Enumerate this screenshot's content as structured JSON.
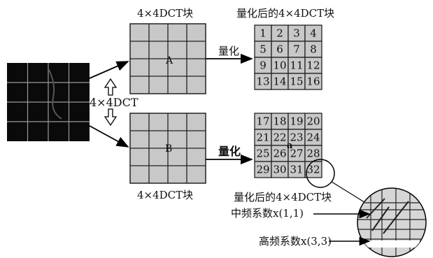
{
  "labels": {
    "top_block_title": "4×4DCT块",
    "quant_block_title": "量化后的4×4DCT块",
    "dct_label": "4×4DCT",
    "arrow_quant_top": "量化",
    "arrow_quant_bottom": "量化",
    "bottom_block_title": "4×4DCT块",
    "bottom_quant_title": "量化后的4×4DCT块",
    "mid_freq": "中频系数x(1,1)",
    "high_freq": "高频系数x(3,3)",
    "block_a": "A",
    "block_b": "B",
    "marker": "a"
  },
  "top_quant_cells": [
    "1",
    "2",
    "3",
    "4",
    "5",
    "6",
    "7",
    "8",
    "9",
    "10",
    "11",
    "12",
    "13",
    "14",
    "15",
    "16"
  ],
  "bottom_quant_cells": [
    "17",
    "18",
    "19",
    "20",
    "21",
    "22",
    "23",
    "24",
    "25",
    "26",
    "27",
    "28",
    "29",
    "30",
    "31",
    "32"
  ],
  "colors": {
    "grid_fill": "#c8c8c8",
    "grid_line": "#222222",
    "image_bg": "#0a0a0a",
    "image_line": "#9a9a9a"
  }
}
